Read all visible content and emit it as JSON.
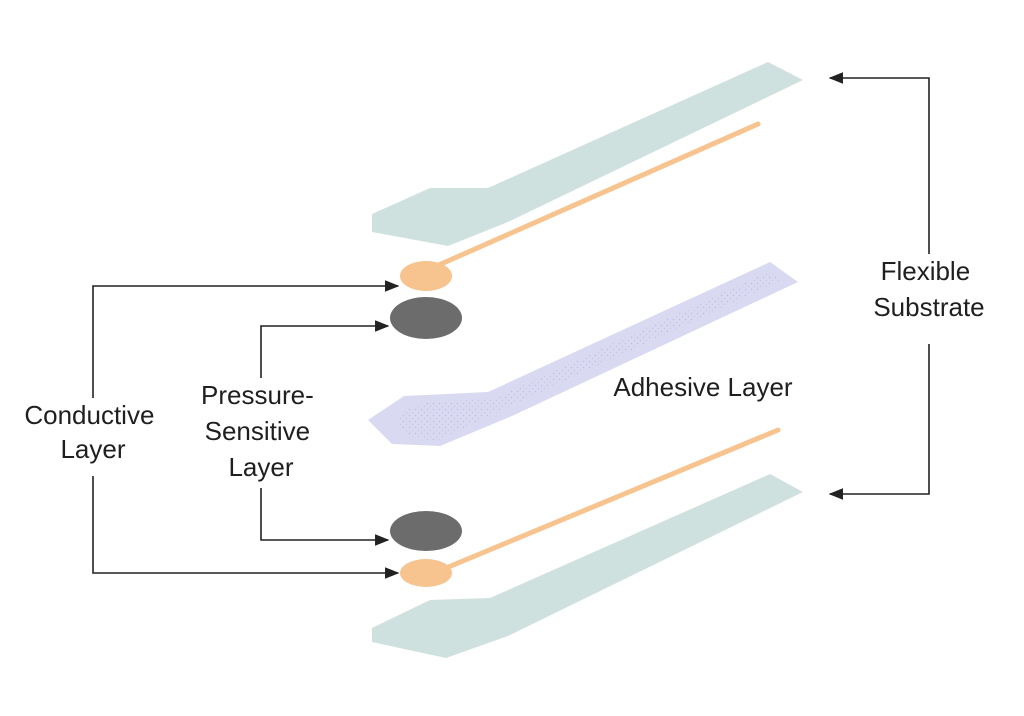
{
  "labels": {
    "conductive_layer": [
      "Conductive",
      "Layer"
    ],
    "pressure_sensitive_layer": [
      "Pressure-",
      "Sensitive",
      "Layer"
    ],
    "adhesive_layer": "Adhesive Layer",
    "flexible_substrate": [
      "Flexible",
      "Substrate"
    ]
  },
  "colors": {
    "substrate": "#cfe1de",
    "conductive": "#f7c38e",
    "pressure_sensitive": "#6c6c6c",
    "adhesive": "#d9d9f1",
    "adhesive_inner": "#ececf9",
    "connector": "#222222",
    "text": "#1f1f1f"
  }
}
